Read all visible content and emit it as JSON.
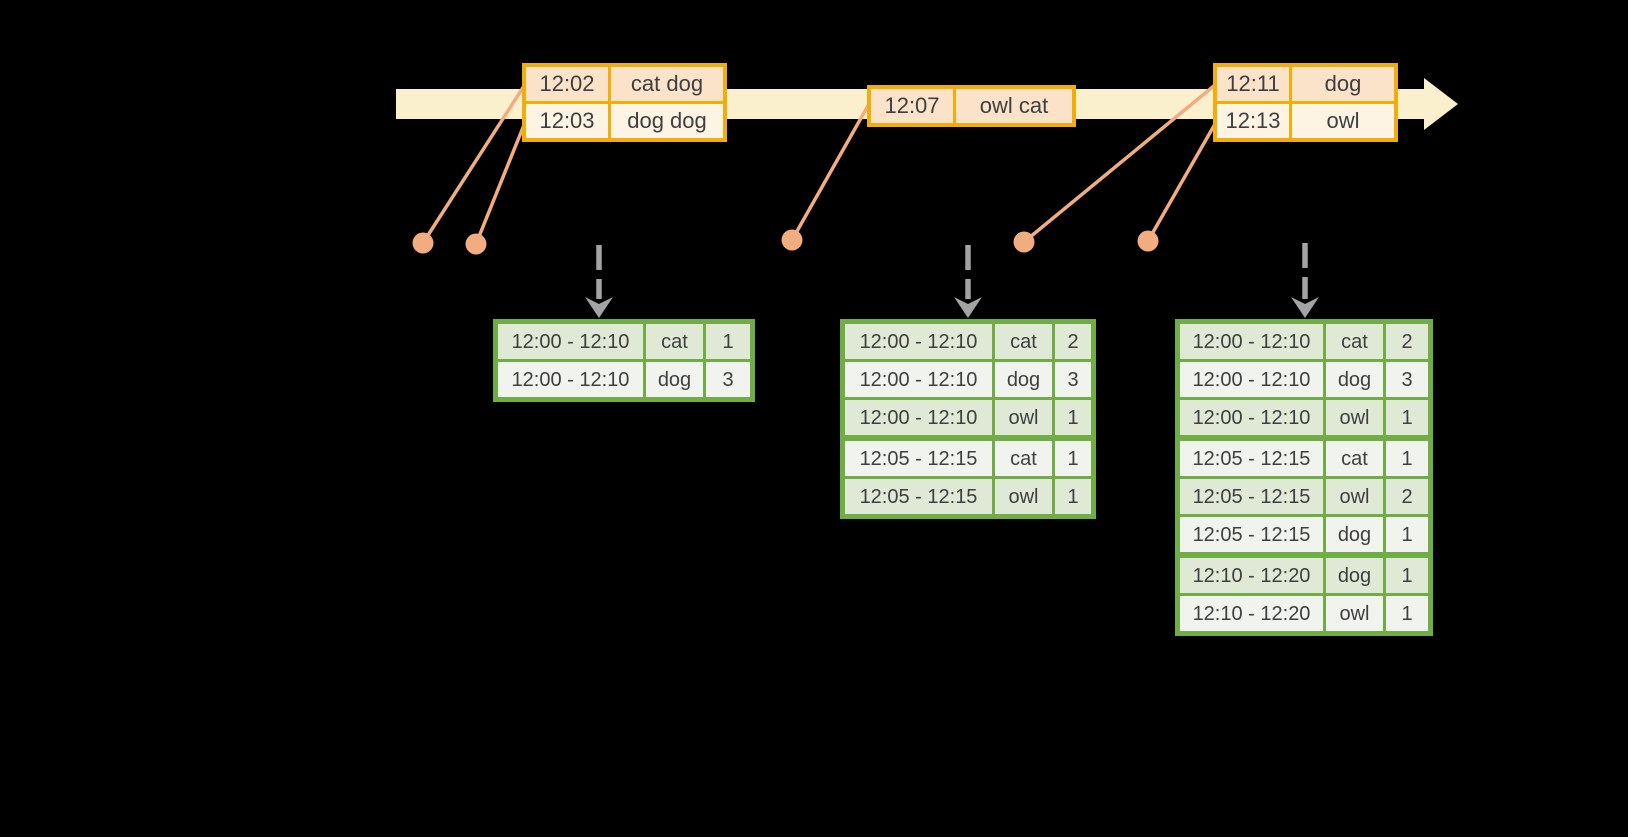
{
  "colors": {
    "background": "#000000",
    "gold": "#F1AE0B",
    "peach": "#FAE3C8",
    "cream": "#FDF4E4",
    "band": "#FBF0CD",
    "salmon": "#F1AC80",
    "green": "#70AD47",
    "green-row-dark": "#DFE9D5",
    "green-row-light": "#F1F4EE",
    "gray": "#A3A3A3",
    "text": "#3F3F3F"
  },
  "event_tables": [
    {
      "rows": [
        {
          "time": "12:02",
          "words": "cat dog"
        },
        {
          "time": "12:03",
          "words": "dog dog"
        }
      ]
    },
    {
      "rows": [
        {
          "time": "12:07",
          "words": "owl cat"
        }
      ]
    },
    {
      "rows": [
        {
          "time": "12:11",
          "words": "dog"
        },
        {
          "time": "12:13",
          "words": "owl"
        }
      ]
    }
  ],
  "result_tables": [
    {
      "rows": [
        {
          "window": "12:00 - 12:10",
          "word": "cat",
          "count": "1"
        },
        {
          "window": "12:00 - 12:10",
          "word": "dog",
          "count": "3"
        }
      ]
    },
    {
      "rows": [
        {
          "window": "12:00 - 12:10",
          "word": "cat",
          "count": "2"
        },
        {
          "window": "12:00 - 12:10",
          "word": "dog",
          "count": "3"
        },
        {
          "window": "12:00 - 12:10",
          "word": "owl",
          "count": "1"
        },
        {
          "window": "12:05 - 12:15",
          "word": "cat",
          "count": "1"
        },
        {
          "window": "12:05 - 12:15",
          "word": "owl",
          "count": "1"
        }
      ]
    },
    {
      "rows": [
        {
          "window": "12:00 - 12:10",
          "word": "cat",
          "count": "2"
        },
        {
          "window": "12:00 - 12:10",
          "word": "dog",
          "count": "3"
        },
        {
          "window": "12:00 - 12:10",
          "word": "owl",
          "count": "1"
        },
        {
          "window": "12:05 - 12:15",
          "word": "cat",
          "count": "1"
        },
        {
          "window": "12:05 - 12:15",
          "word": "owl",
          "count": "2"
        },
        {
          "window": "12:05 - 12:15",
          "word": "dog",
          "count": "1"
        },
        {
          "window": "12:10 - 12:20",
          "word": "dog",
          "count": "1"
        },
        {
          "window": "12:10 - 12:20",
          "word": "owl",
          "count": "1"
        }
      ]
    }
  ]
}
